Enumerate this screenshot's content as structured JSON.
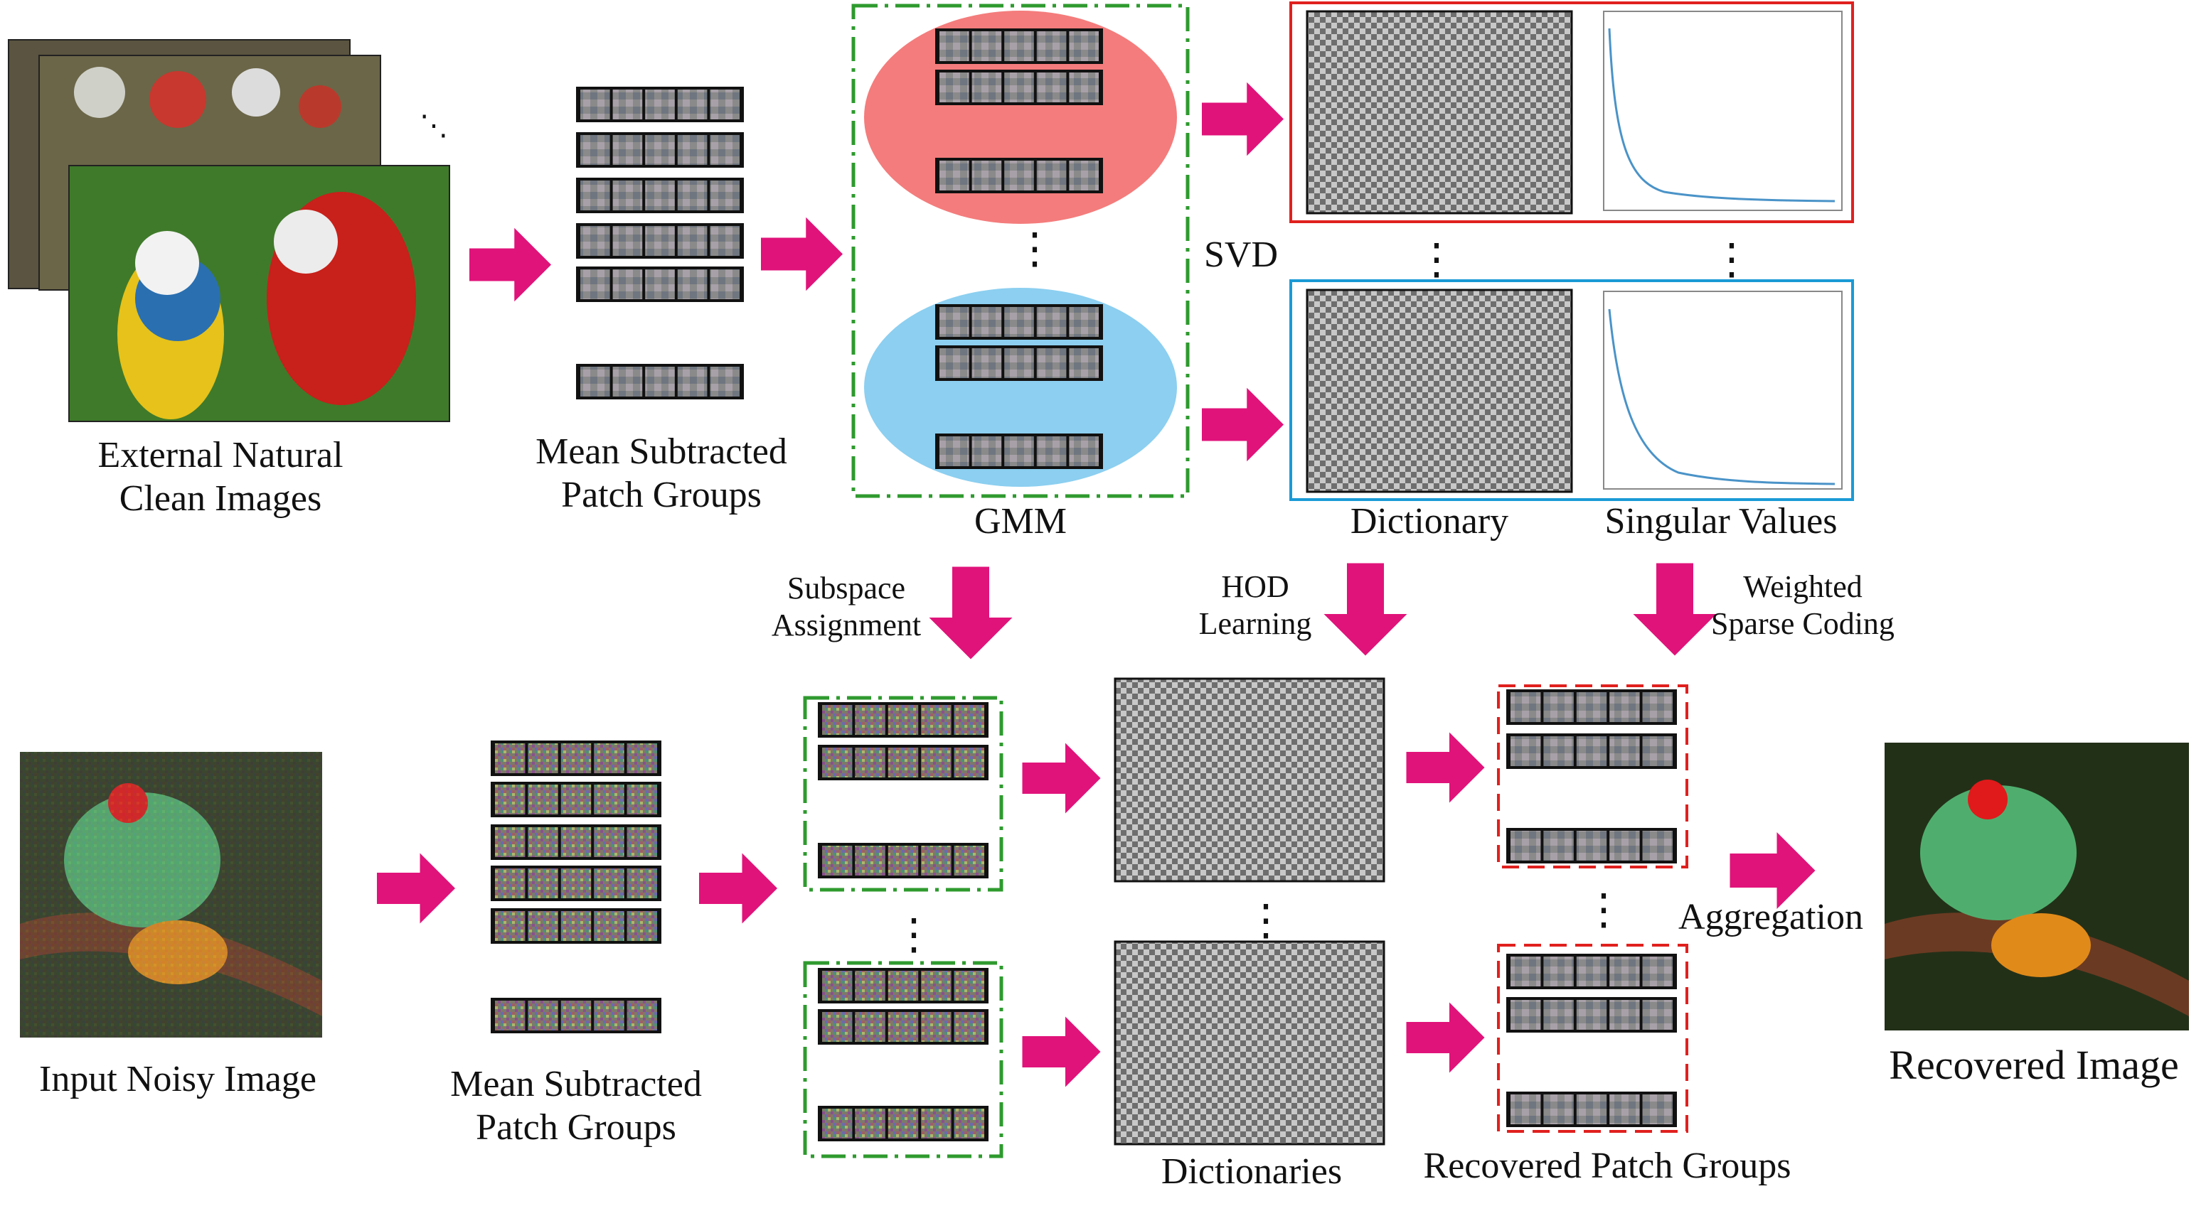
{
  "labels": {
    "external_line1": "External Natural",
    "external_line2": "Clean Images",
    "mean_top_line1": "Mean Subtracted",
    "mean_top_line2": "Patch Groups",
    "gmm": "GMM",
    "svd": "SVD",
    "dictionary": "Dictionary",
    "singular_values": "Singular Values",
    "subspace_line1": "Subspace",
    "subspace_line2": "Assignment",
    "hod_line1": "HOD",
    "hod_line2": "Learning",
    "weighted_line1": "Weighted",
    "weighted_line2": "Sparse Coding",
    "input_noisy": "Input Noisy Image",
    "mean_bottom_line1": "Mean Subtracted",
    "mean_bottom_line2": "Patch Groups",
    "dictionaries": "Dictionaries",
    "recovered_groups": "Recovered Patch Groups",
    "aggregation": "Aggregation",
    "recovered_image": "Recovered Image"
  },
  "colors": {
    "arrow": "#e0137a",
    "gmm_box": "#2e9a2e",
    "red_panel": "#e0201e",
    "blue_panel": "#1a9ad6",
    "ellipse_top": "#f47c7c",
    "ellipse_bottom": "#8ccff0",
    "curve": "#4a93c8",
    "recovered_box": "#e0201e"
  },
  "icons": [
    "arrow-right-icon",
    "arrow-down-icon",
    "ellipsis-dots-icon"
  ]
}
